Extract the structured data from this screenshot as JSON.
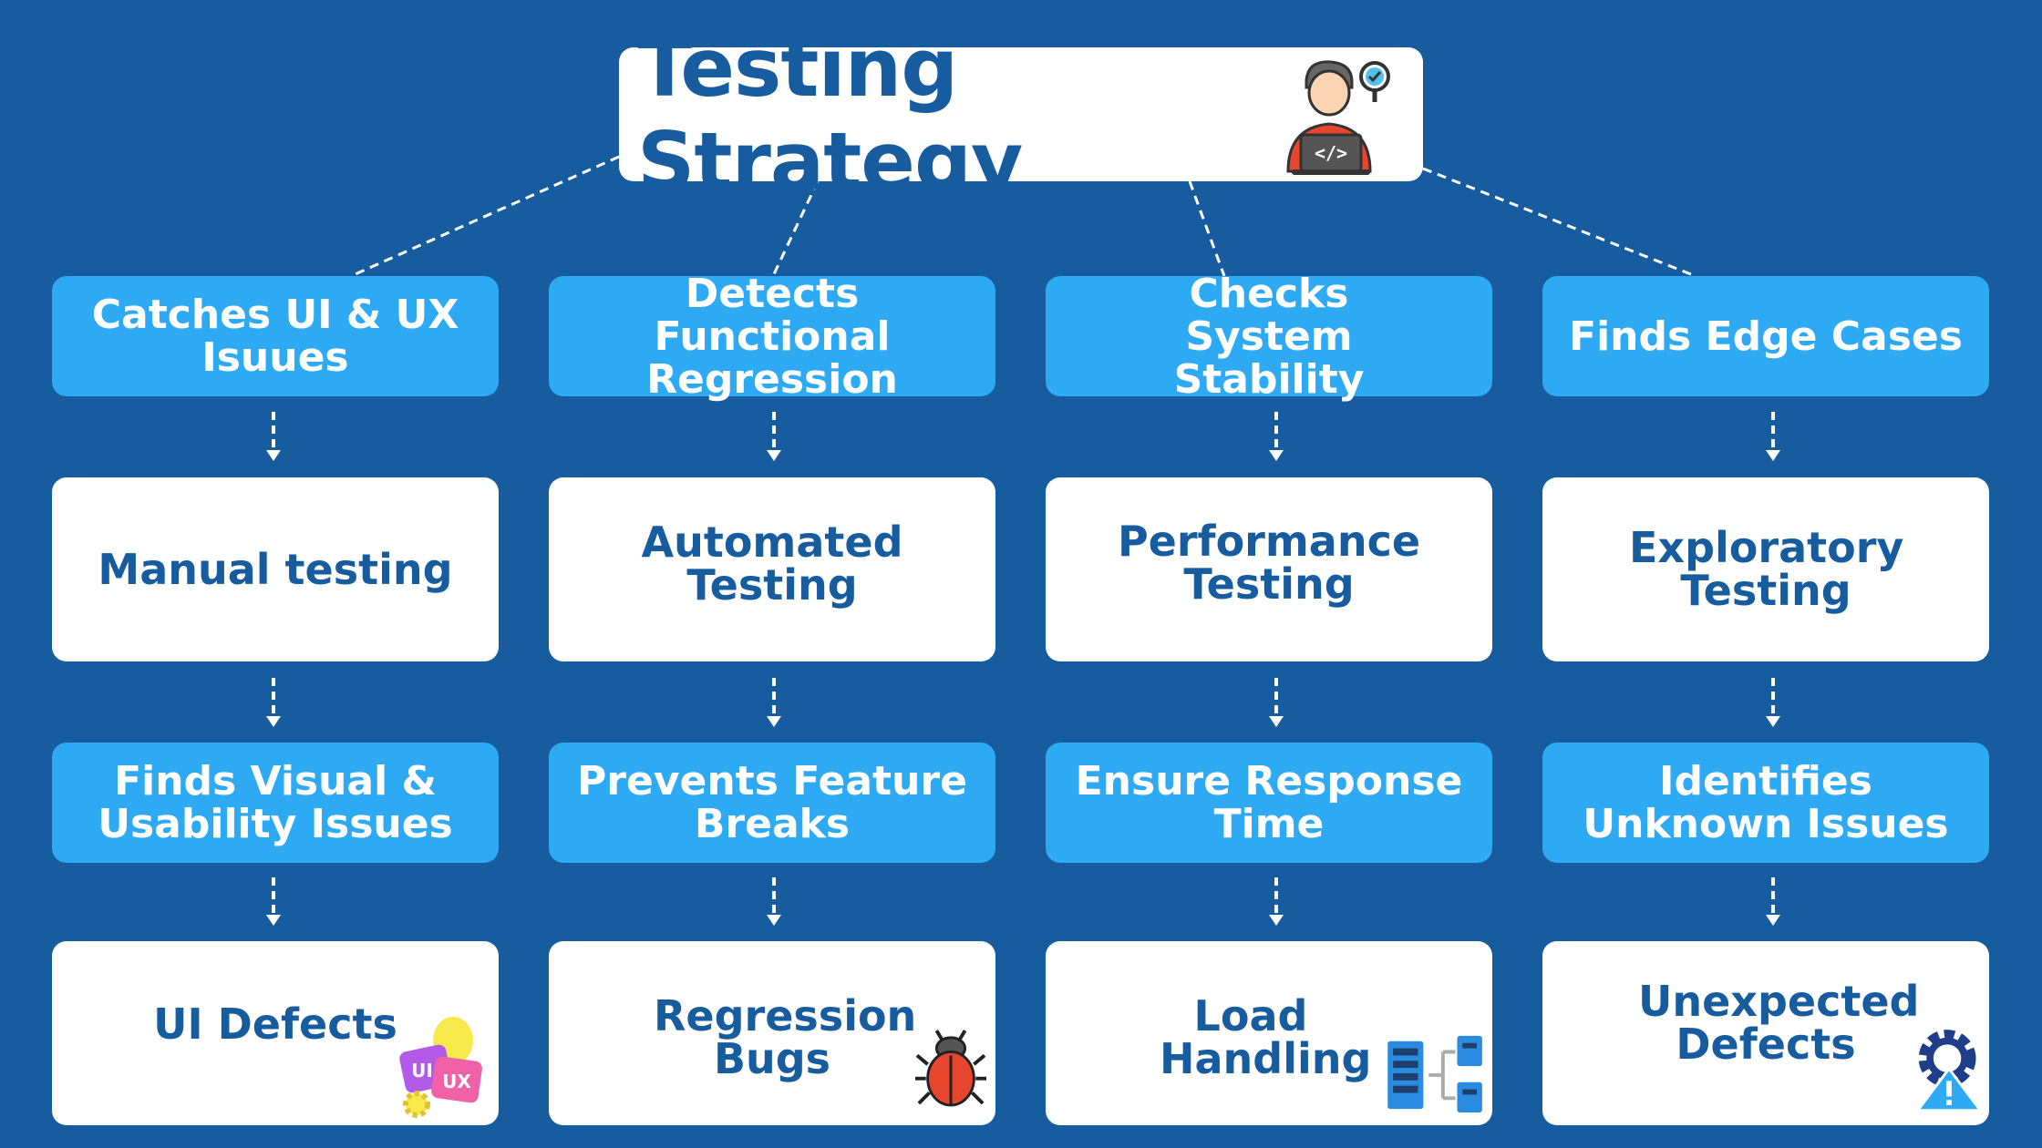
{
  "title": "Testing Strategy",
  "columns": [
    {
      "need": "Catches UI & UX Isuues",
      "method": "Manual testing",
      "benefit": "Finds Visual & Usability Issues",
      "outcome": "UI Defects",
      "outcome_icon": "ui-ux-icon",
      "icon_text": [
        "UI",
        "UX"
      ]
    },
    {
      "need": "Detects Functional Regression",
      "method": "Automated Testing",
      "benefit": "Prevents Feature Breaks",
      "outcome": "Regression Bugs",
      "outcome_icon": "bug-icon"
    },
    {
      "need": "Checks System Stability",
      "method": "Performance Testing",
      "benefit": "Ensure Response Time",
      "outcome": "Load Handling",
      "outcome_icon": "server-icon"
    },
    {
      "need": "Finds Edge Cases",
      "method": "Exploratory Testing",
      "benefit": "Identifies Unknown Issues",
      "outcome": "Unexpected Defects",
      "outcome_icon": "warning-gear-icon"
    }
  ],
  "colors": {
    "background": "#175C9E",
    "accent_box": "#2EA9F3",
    "card": "#FFFFFF",
    "heading_text": "#175C9E"
  }
}
